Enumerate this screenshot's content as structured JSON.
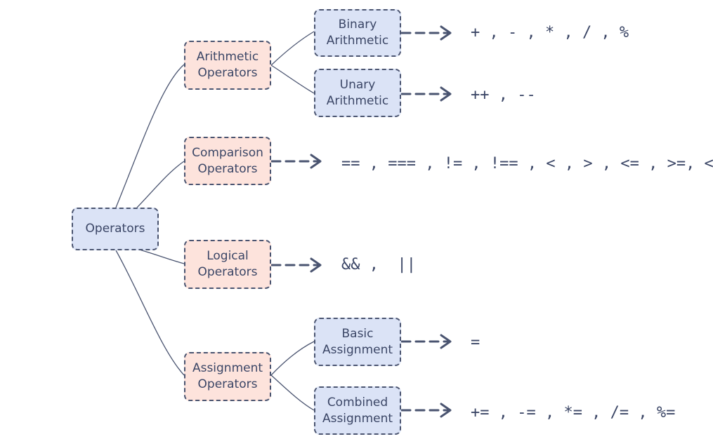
{
  "nodes": {
    "root": "Operators",
    "arithmetic": "Arithmetic\nOperators",
    "comparison": "Comparison\nOperators",
    "logical": "Logical\nOperators",
    "assignment": "Assignment\nOperators",
    "binary": "Binary\nArithmetic",
    "unary": "Unary\nArithmetic",
    "basic": "Basic\nAssignment",
    "combined": "Combined\nAssignment"
  },
  "operators": {
    "binary": "+ , - , * , / , %",
    "unary": "++ , --",
    "comparison": "== , === , != , !== , < , > , <= , >=, <=>",
    "logical": "&& ,  ||",
    "basic": "=",
    "combined": "+= , -= , *= , /= , %="
  },
  "colors": {
    "stroke": "#4a5470",
    "text": "#3b4666",
    "blue_fill": "#dbe3f6",
    "pink_fill": "#fde3dc"
  }
}
